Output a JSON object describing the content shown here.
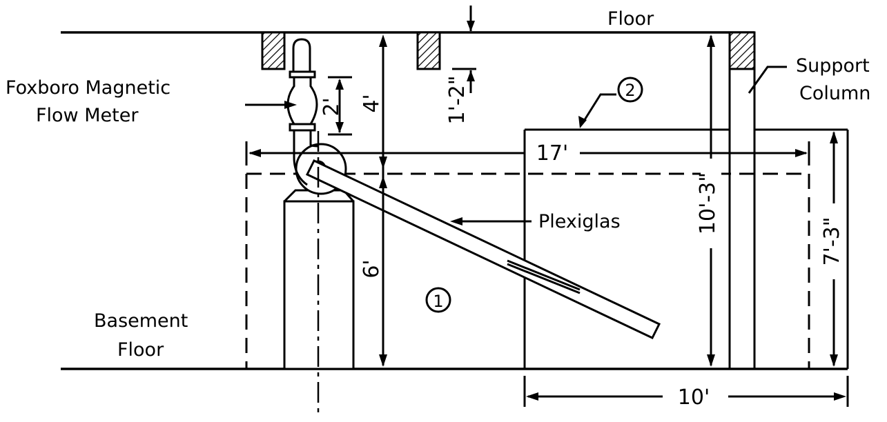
{
  "labels": {
    "floor": "Floor",
    "support_column": [
      "Support",
      "Column"
    ],
    "flow_meter": [
      "Foxboro Magnetic",
      "Flow Meter"
    ],
    "basement_floor": [
      "Basement",
      "Floor"
    ],
    "plexiglas": "Plexiglas",
    "tank_1": "1",
    "tank_2": "2"
  },
  "dimensions": {
    "overall_width": "17'",
    "tank2_width": "10'",
    "meter_height": "2'",
    "floor_to_pipe": "4'",
    "pipe_to_basement": "6'",
    "beam_depth": "1'-2\"",
    "floor_to_basement": "10'-3\"",
    "tank2_height": "7'-3\""
  }
}
